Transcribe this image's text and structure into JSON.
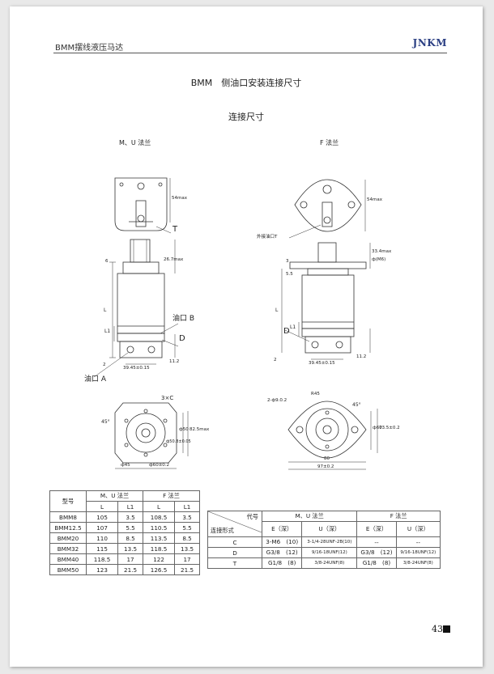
{
  "header": {
    "left_text": "BMM摆线液压马达",
    "brand": "JNKM"
  },
  "title": "BMM　侧油口安装连接尺寸",
  "subtitle": "连接尺寸",
  "views": {
    "mu_label": "M、U 法兰",
    "f_label": "F 法兰"
  },
  "drawing_labels": {
    "t_label": "T",
    "port_b": "油口 B",
    "port_a": "油口 A",
    "d_left": "D",
    "d_right": "D",
    "l_left": "L",
    "l_right": "L",
    "l1_left": "L1",
    "l1_right": "L1",
    "dim_54": "54max",
    "dim_54b": "54max",
    "dim_26": "26.7max",
    "dim_33": "33.4max",
    "dim_6": "6",
    "dim_11a": "11.2",
    "dim_11b": "11.2",
    "dim_3": "3",
    "dim_55": "5.5",
    "dim_m6": "ф(M6)",
    "dim_2a": "2",
    "dim_2b": "2",
    "dim_3945a": "39.45±0.15",
    "dim_3945b": "39.45±0.15",
    "ext_port": "外接油口T",
    "dim_3xc": "3×C",
    "dim_45a": "45°",
    "dim_45b": "45°",
    "dim_2_99": "2-ф9.0.2",
    "dim_r45": "R45",
    "dim_82": "82.5max",
    "dim_50": "ф50",
    "dim_60": "ф60±0.2",
    "dim_60b": "ф60",
    "dim_73": "73.5±0.2",
    "dim_80": "80",
    "dim_97": "97±0.2",
    "dim_45d": "ф45",
    "dim_ph50": "ф50.8±0.05"
  },
  "table1": {
    "col_model": "型号",
    "group_mu": "M、U 法兰",
    "group_f": "F 法兰",
    "sub_l": "L",
    "sub_l1": "L1",
    "rows": [
      {
        "model": "BMM8",
        "mu_l": "105",
        "mu_l1": "3.5",
        "f_l": "108.5",
        "f_l1": "3.5"
      },
      {
        "model": "BMM12.5",
        "mu_l": "107",
        "mu_l1": "5.5",
        "f_l": "110.5",
        "f_l1": "5.5"
      },
      {
        "model": "BMM20",
        "mu_l": "110",
        "mu_l1": "8.5",
        "f_l": "113.5",
        "f_l1": "8.5"
      },
      {
        "model": "BMM32",
        "mu_l": "115",
        "mu_l1": "13.5",
        "f_l": "118.5",
        "f_l1": "13.5"
      },
      {
        "model": "BMM40",
        "mu_l": "118.5",
        "mu_l1": "17",
        "f_l": "122",
        "f_l1": "17"
      },
      {
        "model": "BMM50",
        "mu_l": "123",
        "mu_l1": "21.5",
        "f_l": "126.5",
        "f_l1": "21.5"
      }
    ]
  },
  "table2": {
    "corner_top": "代号",
    "corner_bottom": "连接形式",
    "group_mu": "M、U 法兰",
    "group_f": "F 法兰",
    "sub_e": "E（深）",
    "sub_u": "U（深）",
    "rows": [
      {
        "type": "C",
        "mu_e": "3-M6　(10)",
        "mu_u": "3-1/4-28UNF-2B(10)",
        "f_e": "--",
        "f_u": "--"
      },
      {
        "type": "D",
        "mu_e": "G3/8　(12)",
        "mu_u": "9/16-18UNF(12)",
        "f_e": "G3/8　(12)",
        "f_u": "9/16-18UNF(12)"
      },
      {
        "type": "T",
        "mu_e": "G1/8　(8)",
        "mu_u": "3/8-24UNF(8)",
        "f_e": "G1/8　(8)",
        "f_u": "3/8-24UNF(8)"
      }
    ]
  },
  "page_number": "43"
}
